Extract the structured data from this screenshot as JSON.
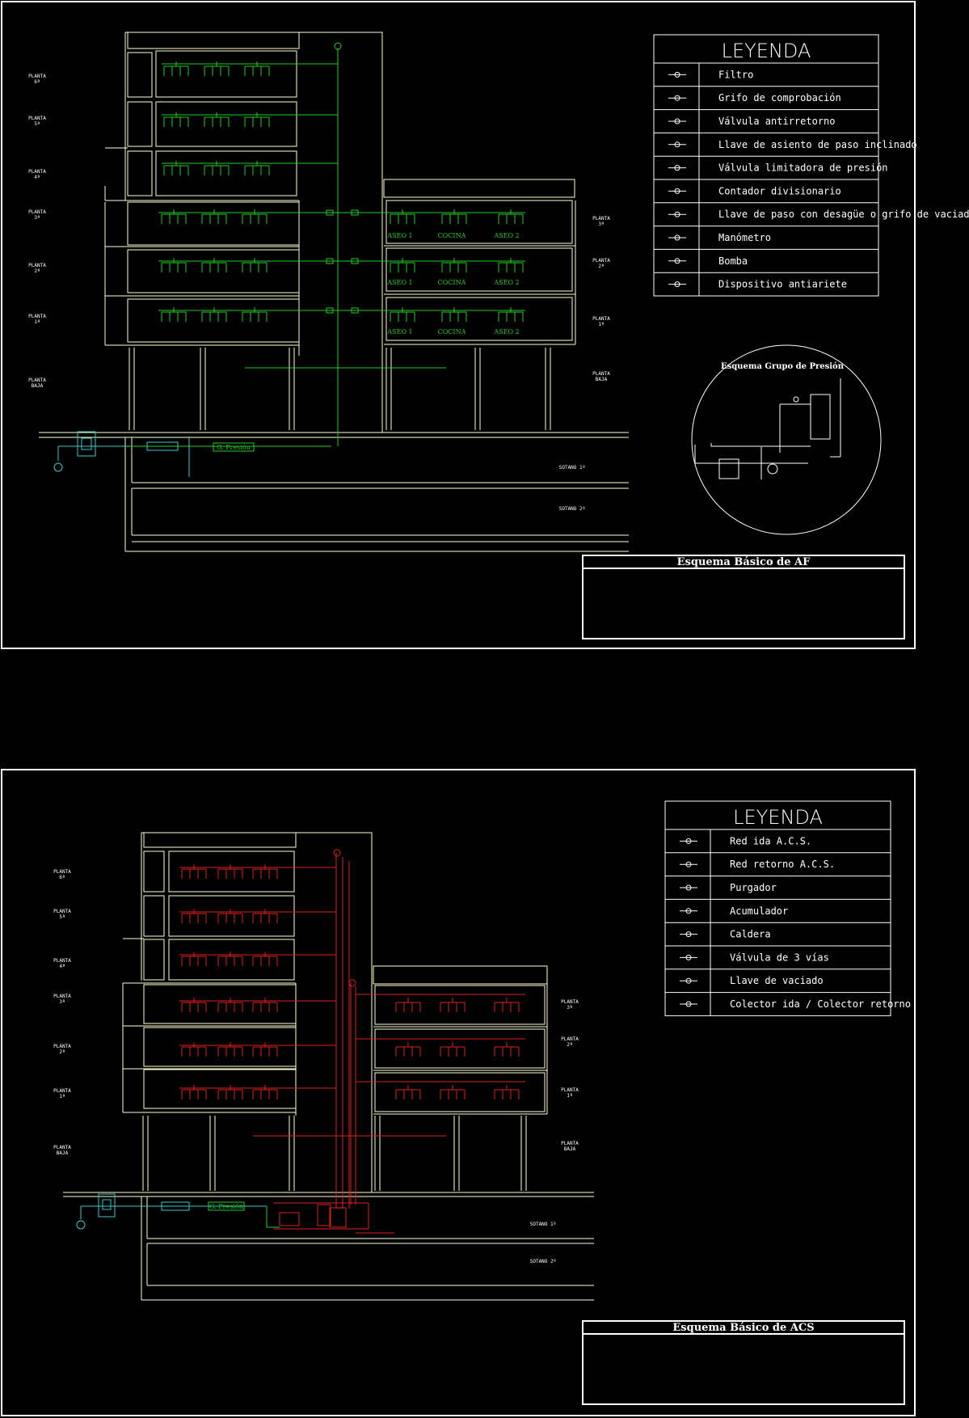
{
  "colors": {
    "background": "#000000",
    "frame": "#ffffff",
    "building": "#ffffcc",
    "cold_water": "#22cc22",
    "hot_water": "#dd1f1f",
    "supply": "#33cccc",
    "text": "#ffffff"
  },
  "sheet_af": {
    "legend_title": "LEYENDA",
    "legend": [
      {
        "icon": "filter-icon",
        "label": "Filtro"
      },
      {
        "icon": "test-tap-icon",
        "label": "Grifo de comprobación"
      },
      {
        "icon": "check-valve-icon",
        "label": "Válvula antirretorno"
      },
      {
        "icon": "angled-seat-valve-icon",
        "label": "Llave de asiento de paso inclinado"
      },
      {
        "icon": "pressure-limiter-icon",
        "label": "Válvula limitadora de presión"
      },
      {
        "icon": "meter-icon",
        "label": "Contador divisionario"
      },
      {
        "icon": "drain-valve-icon",
        "label": "Llave de paso con desagüe o grifo de vaciado"
      },
      {
        "icon": "gauge-icon",
        "label": "Manómetro"
      },
      {
        "icon": "pump-icon",
        "label": "Bomba"
      },
      {
        "icon": "anti-hammer-icon",
        "label": "Dispositivo antiariete"
      }
    ],
    "floors_left": [
      {
        "name": "PLANTA",
        "level": "6ª"
      },
      {
        "name": "PLANTA",
        "level": "5ª"
      },
      {
        "name": "PLANTA",
        "level": "4ª"
      },
      {
        "name": "PLANTA",
        "level": "3ª"
      },
      {
        "name": "PLANTA",
        "level": "2ª"
      },
      {
        "name": "PLANTA",
        "level": "1ª"
      },
      {
        "name": "PLANTA",
        "level": "BAJA"
      }
    ],
    "floors_right": [
      {
        "name": "PLANTA",
        "level": "3ª"
      },
      {
        "name": "PLANTA",
        "level": "2ª"
      },
      {
        "name": "PLANTA",
        "level": "1ª"
      },
      {
        "name": "PLANTA",
        "level": "BAJA"
      }
    ],
    "rooms": [
      "ASEO 1",
      "COCINA",
      "ASEO 2"
    ],
    "pressure_group_label": "G. Presión",
    "basements": [
      "SOTANO 1º",
      "SOTANO 2º"
    ],
    "detail_title": "Esquema Grupo de Presión",
    "title": "Esquema Básico de AF"
  },
  "sheet_acs": {
    "legend_title": "LEYENDA",
    "legend": [
      {
        "icon": "supply-line-icon",
        "label": "Red ida A.C.S."
      },
      {
        "icon": "return-line-icon",
        "label": "Red retorno A.C.S."
      },
      {
        "icon": "purge-icon",
        "label": "Purgador"
      },
      {
        "icon": "accumulator-icon",
        "label": "Acumulador"
      },
      {
        "icon": "boiler-icon",
        "label": "Caldera"
      },
      {
        "icon": "three-way-valve-icon",
        "label": "Válvula de 3 vías"
      },
      {
        "icon": "drain-tap-icon",
        "label": "Llave de vaciado"
      },
      {
        "icon": "collector-icon",
        "label": "Colector ida / Colector retorno"
      }
    ],
    "floors_left": [
      {
        "name": "PLANTA",
        "level": "6ª"
      },
      {
        "name": "PLANTA",
        "level": "5ª"
      },
      {
        "name": "PLANTA",
        "level": "4ª"
      },
      {
        "name": "PLANTA",
        "level": "3ª"
      },
      {
        "name": "PLANTA",
        "level": "2ª"
      },
      {
        "name": "PLANTA",
        "level": "1ª"
      },
      {
        "name": "PLANTA",
        "level": "BAJA"
      }
    ],
    "floors_right": [
      {
        "name": "PLANTA",
        "level": "3ª"
      },
      {
        "name": "PLANTA",
        "level": "2ª"
      },
      {
        "name": "PLANTA",
        "level": "1ª"
      },
      {
        "name": "PLANTA",
        "level": "BAJA"
      }
    ],
    "pressure_group_label": "G. Presión",
    "basements": [
      "SOTANO 1º",
      "SOTANO 2º"
    ],
    "title": "Esquema Básico de ACS"
  }
}
